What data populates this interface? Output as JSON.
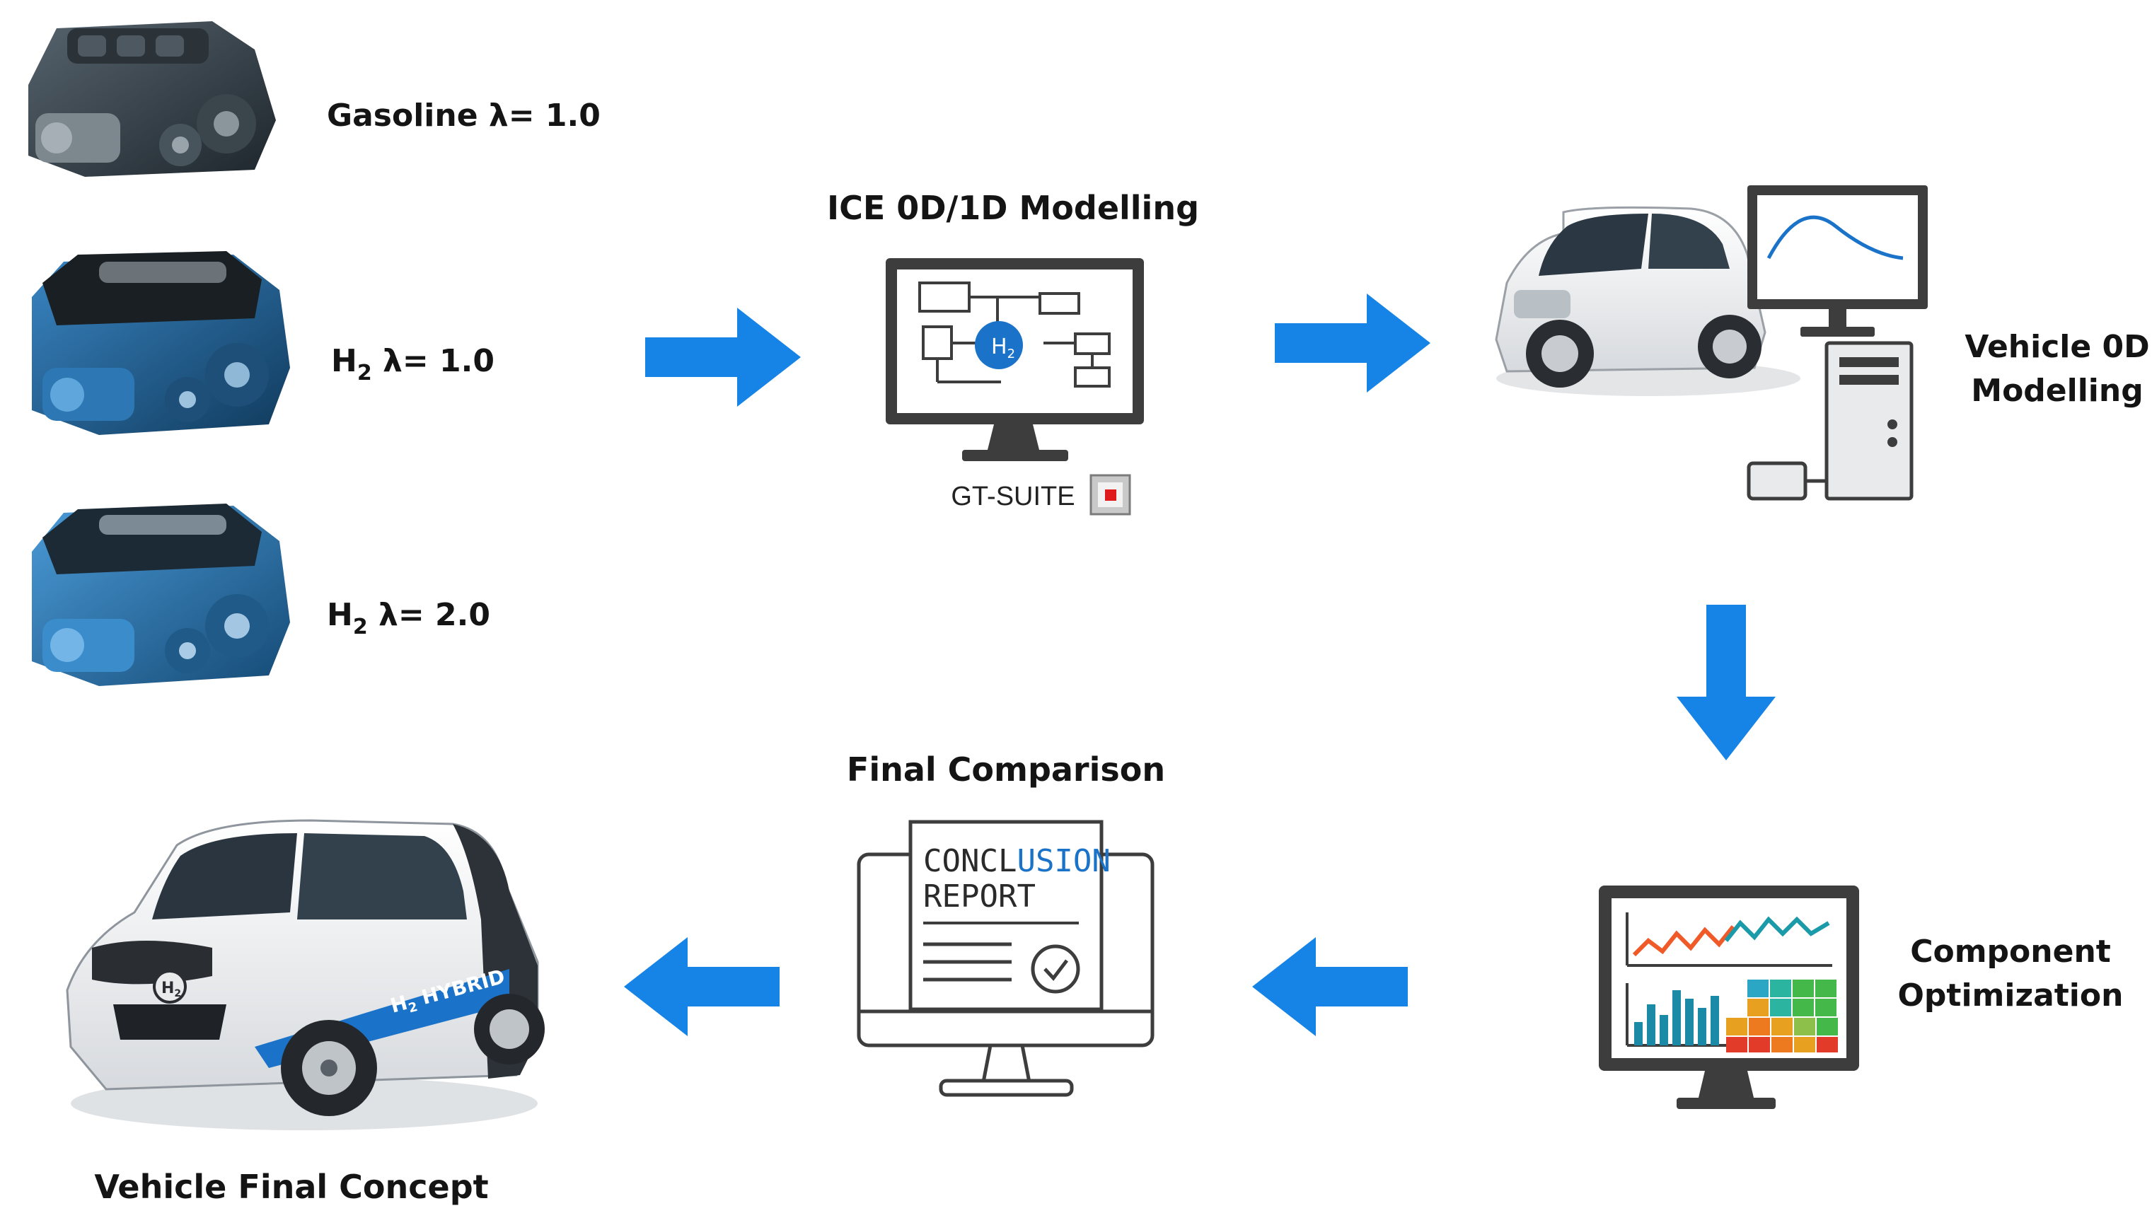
{
  "engines": [
    {
      "name": "Gasoline",
      "sub": "",
      "lambda": " λ= 1.0",
      "color": "#3a4650"
    },
    {
      "name": "H",
      "sub": "2",
      "lambda": " λ= 1.0",
      "color": "#1f5d8c"
    },
    {
      "name": "H",
      "sub": "2",
      "lambda": " λ= 2.0",
      "color": "#2a78b4"
    }
  ],
  "ice_model": {
    "title": "ICE 0D/1D Modelling",
    "tool": "GT-SUITE",
    "node": "H",
    "node_sub": "2"
  },
  "vehicle_model": {
    "line1": "Vehicle 0D",
    "line2": "Modelling"
  },
  "component": {
    "line1": "Component",
    "line2": "Optimization"
  },
  "final_comparison": {
    "title": "Final Comparison",
    "report_word1a": "CONCL",
    "report_word1b": "USION",
    "report_word2": "REPORT"
  },
  "final_concept": {
    "title": "Vehicle Final Concept",
    "badge": "H",
    "badge_sub": "2",
    "door_text": "HYBRID"
  },
  "colors": {
    "arrow": "#1683e6",
    "monitor": "#3d3d3d",
    "accent_blue": "#1a73c9",
    "graph_orange": "#f05a28",
    "graph_teal": "#1b9aaa"
  }
}
